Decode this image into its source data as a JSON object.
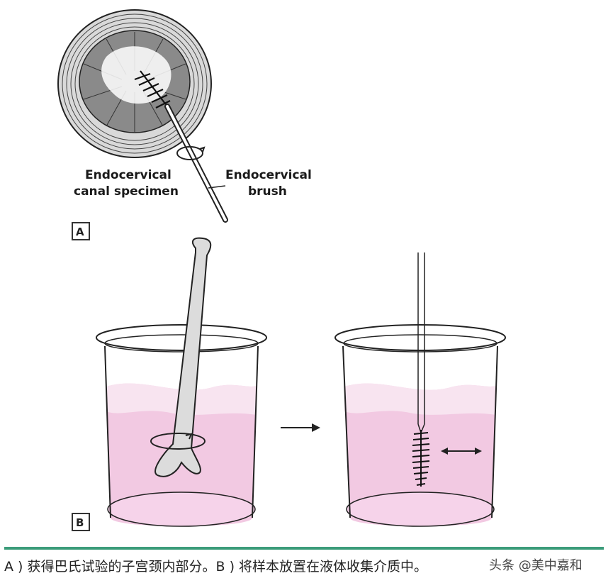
{
  "panel_a": {
    "label": "A",
    "specimen_label_line1": "Endocervical",
    "specimen_label_line2": "canal specimen",
    "brush_label_line1": "Endocervical",
    "brush_label_line2": "brush"
  },
  "panel_b": {
    "label": "B"
  },
  "colors": {
    "liquid": "#f2c9e2",
    "liquid_top": "#f8e4f0",
    "divider": "#3b9c7a",
    "outline": "#222222"
  },
  "caption": {
    "text": "A ) 获得巴氏试验的子宫颈内部分。B ) 将样本放置在液体收集介质中。",
    "watermark": "头条 @美中嘉和"
  }
}
